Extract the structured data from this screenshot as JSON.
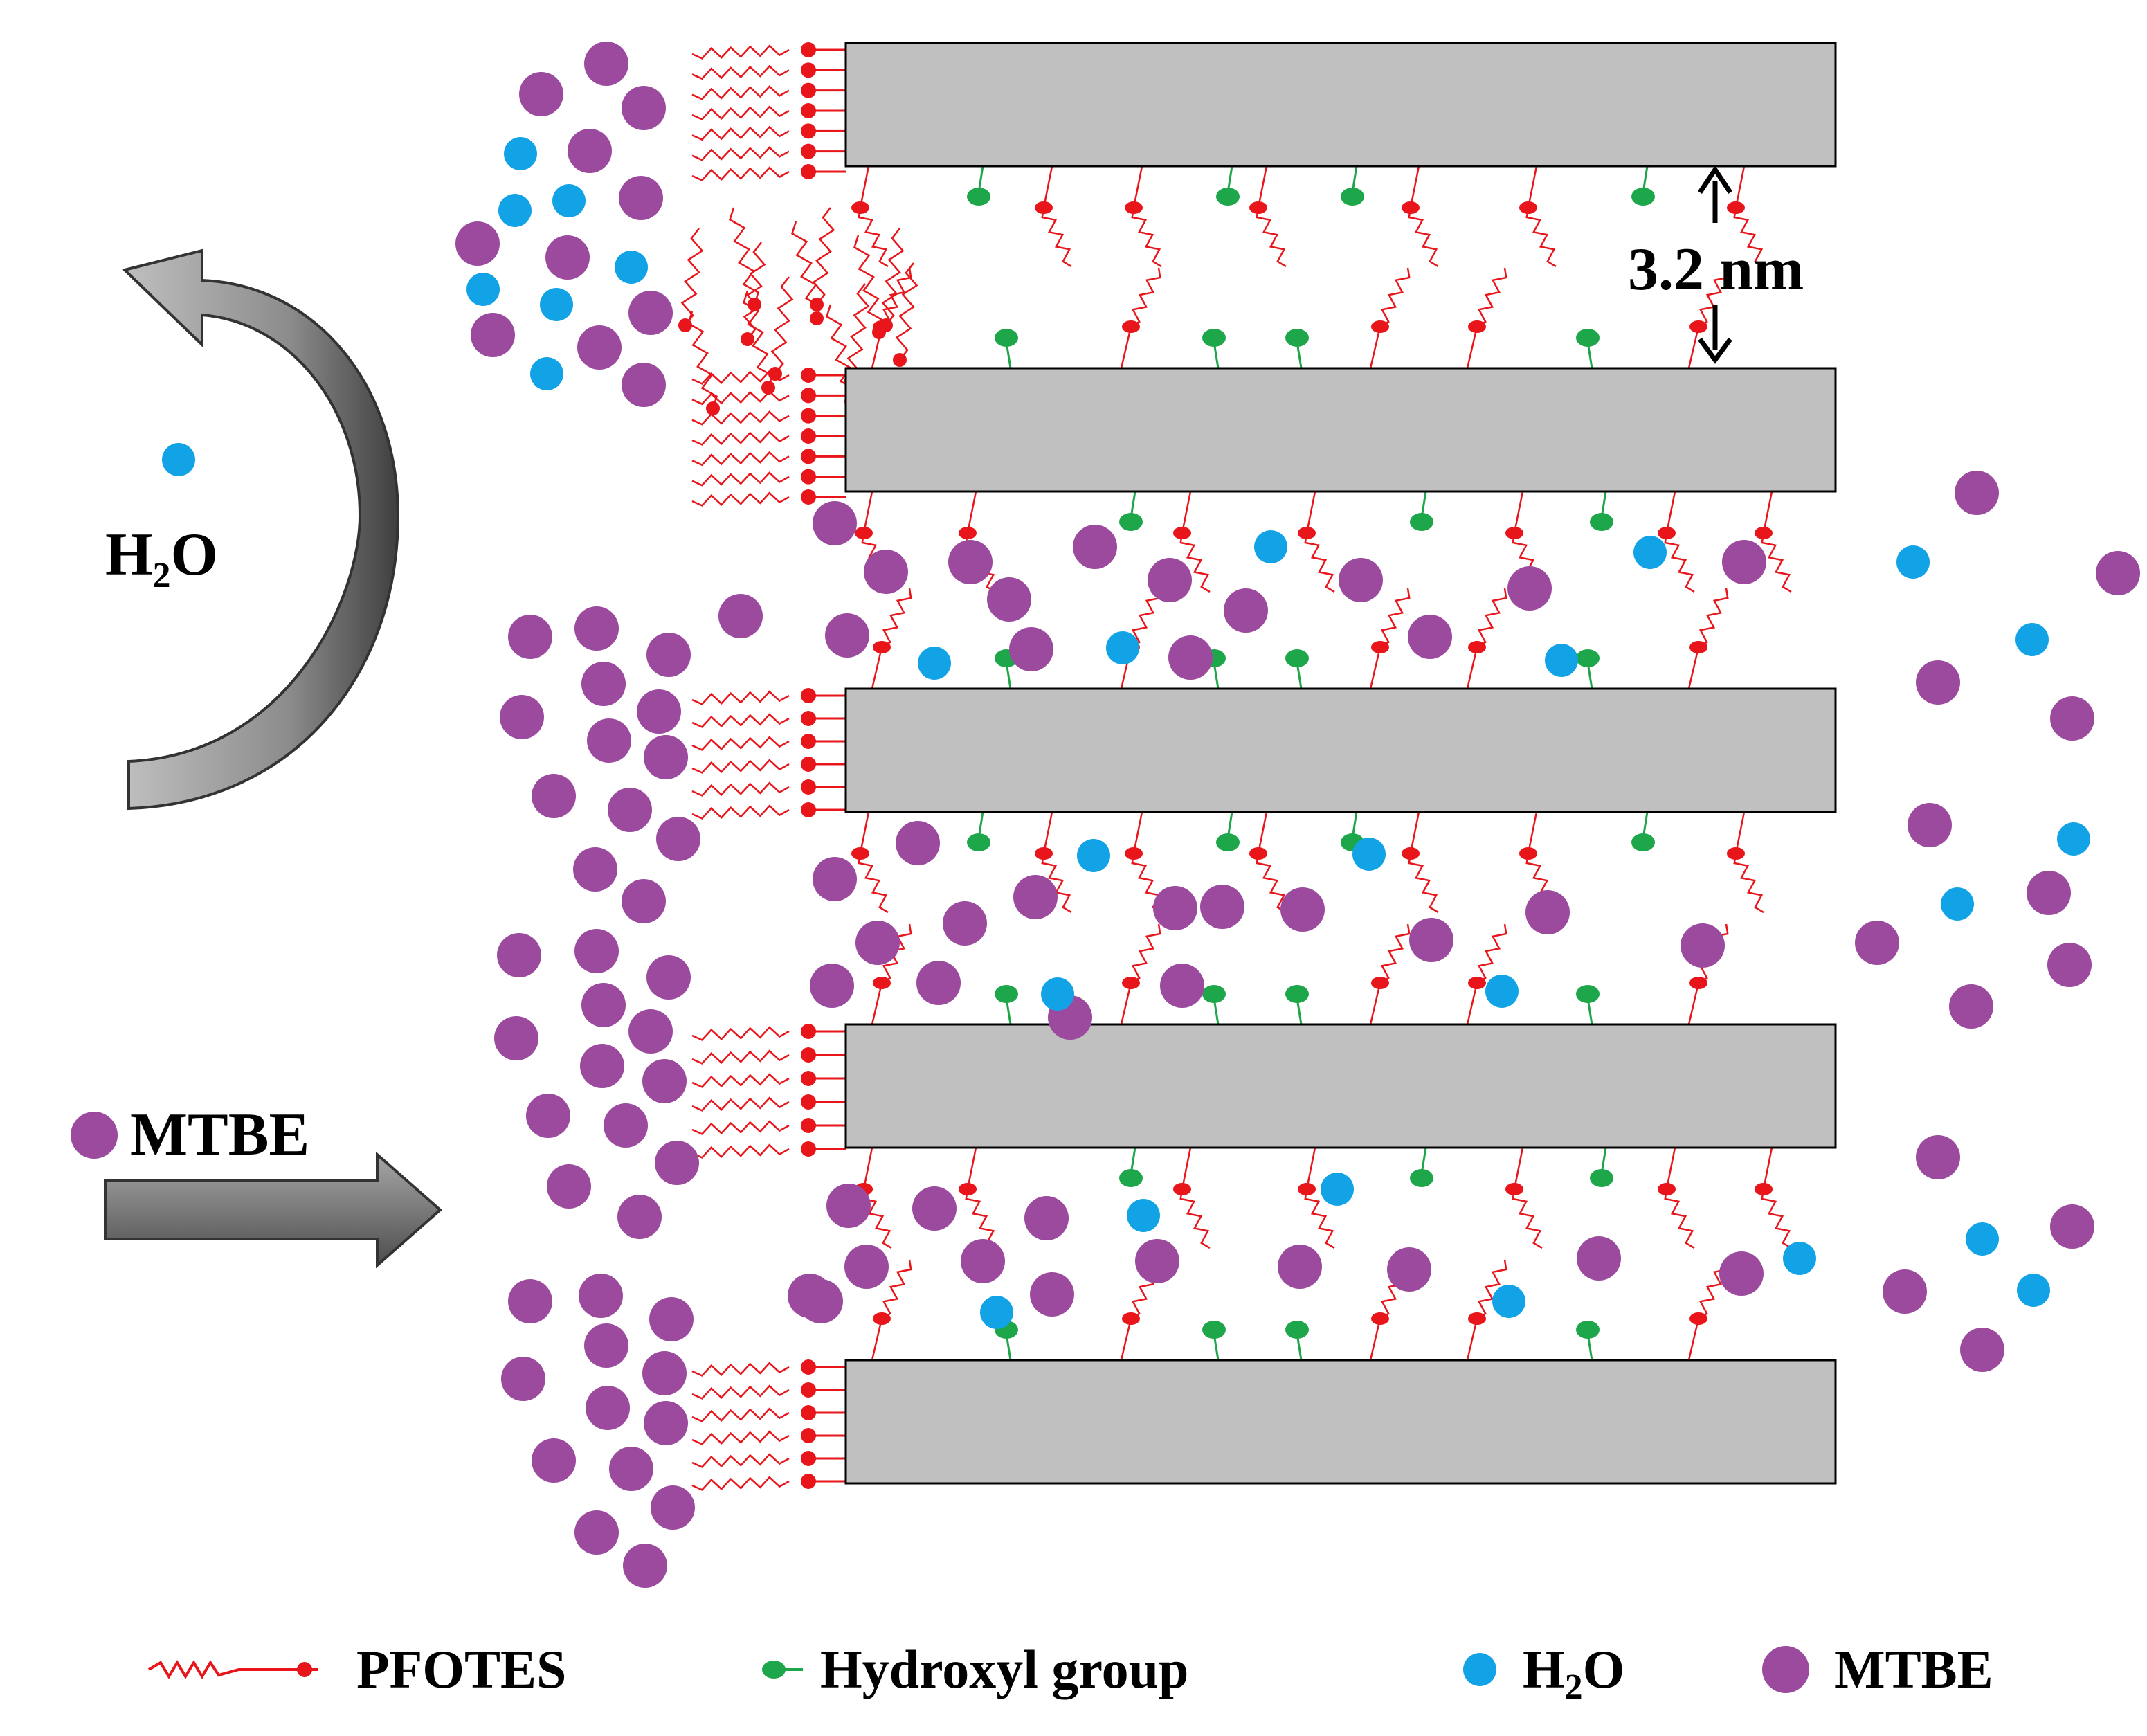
{
  "labels": {
    "spacing": "3.2 nm",
    "water_left": "H",
    "water_left_sub": "2",
    "water_left_tail": "O",
    "mtbe_left": "MTBE"
  },
  "legend": {
    "pfotes": "PFOTES",
    "hydroxyl": "Hydroxyl group",
    "water": "H",
    "water_sub": "2",
    "water_tail": "O",
    "mtbe": "MTBE"
  },
  "colors": {
    "sheet_fill": "#c0c0c0",
    "sheet_stroke": "#000000",
    "pfotes": "#e8151b",
    "hydroxyl": "#1ea64a",
    "water": "#12a3e6",
    "mtbe": "#9b4a9e",
    "arrow_fill": "#7f7f7f"
  },
  "icons": {
    "sheet": "graphene-oxide-sheet",
    "water": "water-molecule-icon",
    "mtbe": "mtbe-molecule-icon",
    "pfotes": "pfotes-chain-icon",
    "hydroxyl": "hydroxyl-group-icon"
  }
}
